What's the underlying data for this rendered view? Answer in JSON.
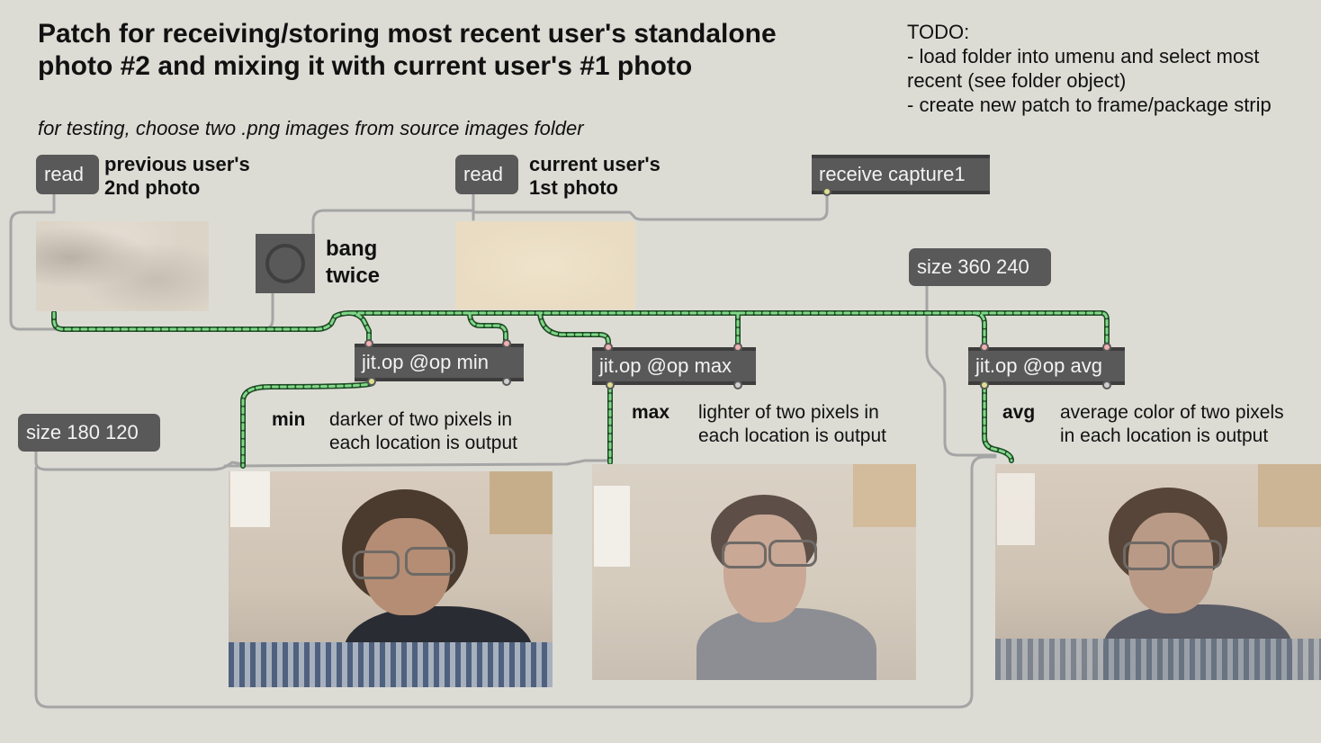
{
  "title": "Patch for receiving/storing most recent user's standalone\nphoto #2 and mixing it with current user's #1 photo",
  "subtitle": "for testing, choose two .png images from source images folder",
  "todo": {
    "header": "TODO:",
    "lines": [
      "- load folder into umenu and select most",
      "recent (see folder object)",
      "- create new patch to frame/package strip"
    ]
  },
  "read_buttons": [
    {
      "label": "read",
      "caption_line1": "previous user's",
      "caption_line2": "2nd photo"
    },
    {
      "label": "read",
      "caption_line1": "current user's",
      "caption_line2": "1st photo"
    }
  ],
  "receive": {
    "label": "receive capture1"
  },
  "bang": {
    "line1": "bang",
    "line2": "twice"
  },
  "size_messages": {
    "big": "size 360 240",
    "small": "size 180 120"
  },
  "ops": [
    {
      "label": "jit.op @op min",
      "op": "min",
      "description_line1": "darker of two pixels in",
      "description_line2": "each location is output"
    },
    {
      "label": "jit.op @op max",
      "op": "max",
      "description_line1": "lighter of two pixels in",
      "description_line2": "each location is output"
    },
    {
      "label": "jit.op @op avg",
      "op": "avg",
      "description_line1": "average color of two pixels",
      "description_line2": "in each location is output"
    }
  ],
  "colors": {
    "background": "#dcdcd5",
    "object_fill": "#595959",
    "object_text": "#f3f3f3",
    "patch_cord_grey": "#a5a5a5",
    "patch_cord_matrix": "#5fc06a",
    "inlet": "#f0b0b0",
    "outlet": "#dede90"
  }
}
